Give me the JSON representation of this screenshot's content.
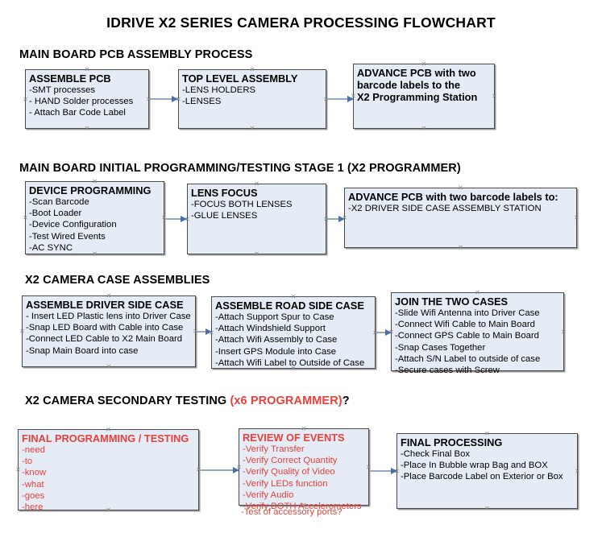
{
  "document": {
    "title": "IDRIVE X2  SERIES CAMERA PROCESSING FLOWCHART"
  },
  "sections": [
    {
      "id": "main-board-pcb-assembly",
      "heading": "MAIN BOARD PCB ASSEMBLY PROCESS",
      "heading_red": "",
      "heading_tail": ""
    },
    {
      "id": "main-board-initial-programming",
      "heading": "MAIN BOARD INITIAL PROGRAMMING/TESTING STAGE 1 (X2 PROGRAMMER)",
      "heading_red": "",
      "heading_tail": ""
    },
    {
      "id": "x2-camera-case-assemblies",
      "heading": "X2 CAMERA CASE ASSEMBLIES",
      "heading_red": "",
      "heading_tail": ""
    },
    {
      "id": "x2-camera-secondary-testing",
      "heading": "X2 CAMERA SECONDARY TESTING ",
      "heading_red": "(x6 PROGRAMMER)",
      "heading_tail": "?"
    }
  ],
  "nodes": {
    "assemble_pcb": {
      "title": "ASSEMBLE PCB",
      "lines": [
        "-SMT processes",
        "- HAND Solder processes",
        "- Attach Bar Code Label"
      ]
    },
    "top_level_assembly": {
      "title": "TOP LEVEL ASSEMBLY",
      "lines": [
        "-LENS HOLDERS",
        "-LENSES"
      ]
    },
    "advance_pcb_station": {
      "title": "ADVANCE PCB with two",
      "lines": [
        "barcode labels to the",
        " X2 Programming Station"
      ]
    },
    "device_programming": {
      "title": "DEVICE PROGRAMMING",
      "lines": [
        "-Scan Barcode",
        "-Boot Loader",
        "-Device Configuration",
        "-Test Wired Events",
        "-AC SYNC"
      ]
    },
    "lens_focus": {
      "title": "LENS FOCUS",
      "lines": [
        "-FOCUS BOTH LENSES",
        "-GLUE LENSES"
      ]
    },
    "advance_pcb_driver_side": {
      "title": "ADVANCE PCB with two barcode labels to:",
      "lines": [
        "-X2 DRIVER  SIDE  CASE  ASSEMBLY STATION"
      ]
    },
    "assemble_driver_side_case": {
      "title": "ASSEMBLE DRIVER SIDE CASE",
      "lines": [
        "- Insert LED Plastic lens into Driver Case",
        "-Snap LED Board with Cable into Case",
        "-Connect LED Cable to X2 Main Board",
        "-Snap Main Board into case"
      ]
    },
    "assemble_road_side_case": {
      "title": "ASSEMBLE ROAD SIDE CASE",
      "lines": [
        "-Attach Support Spur to Case",
        "-Attach Windshield Support",
        "-Attach Wifi Assembly to Case",
        "-Insert GPS Module into Case",
        "-Attach Wifi Label to Outside of Case"
      ]
    },
    "join_the_two_cases": {
      "title": "JOIN THE TWO CASES",
      "lines": [
        "-Slide Wifi Antenna into Driver Case",
        "-Connect Wifi Cable to Main Board",
        "-Connect GPS Cable to Main Board",
        "-Snap Cases Together",
        "-Attach S/N Label to outside of case",
        "-Secure cases with Screw"
      ]
    },
    "final_programming_testing": {
      "title": "FINAL PROGRAMMING / TESTING",
      "lines": [
        "-need",
        "-to",
        "-know",
        "-what",
        "-goes",
        "-here"
      ]
    },
    "review_of_events": {
      "title": "REVIEW OF EVENTS",
      "lines": [
        "-Verify Transfer",
        "-Verify Correct Quantity",
        "-Verify Quality of Video",
        "-Verify LEDs function",
        "-Verify Audio",
        "-Verify BOTH Accelerometers"
      ],
      "overflow_line": "-Test of accessory ports?"
    },
    "final_processing": {
      "title": "FINAL PROCESSING",
      "lines": [
        "-Check Final Box",
        "-Place In Bubble wrap Bag and BOX",
        "-Place Barcode Label on Exterior or Box"
      ]
    }
  },
  "colors": {
    "node_fill": "#e6ecf6",
    "node_border": "#4a4a4a",
    "connector": "#93a9c4",
    "arrow_head": "#4a6fa5",
    "red_text": "#e8403a",
    "black_text": "#000000",
    "background": "#ffffff"
  },
  "handle_glyph": "✕"
}
